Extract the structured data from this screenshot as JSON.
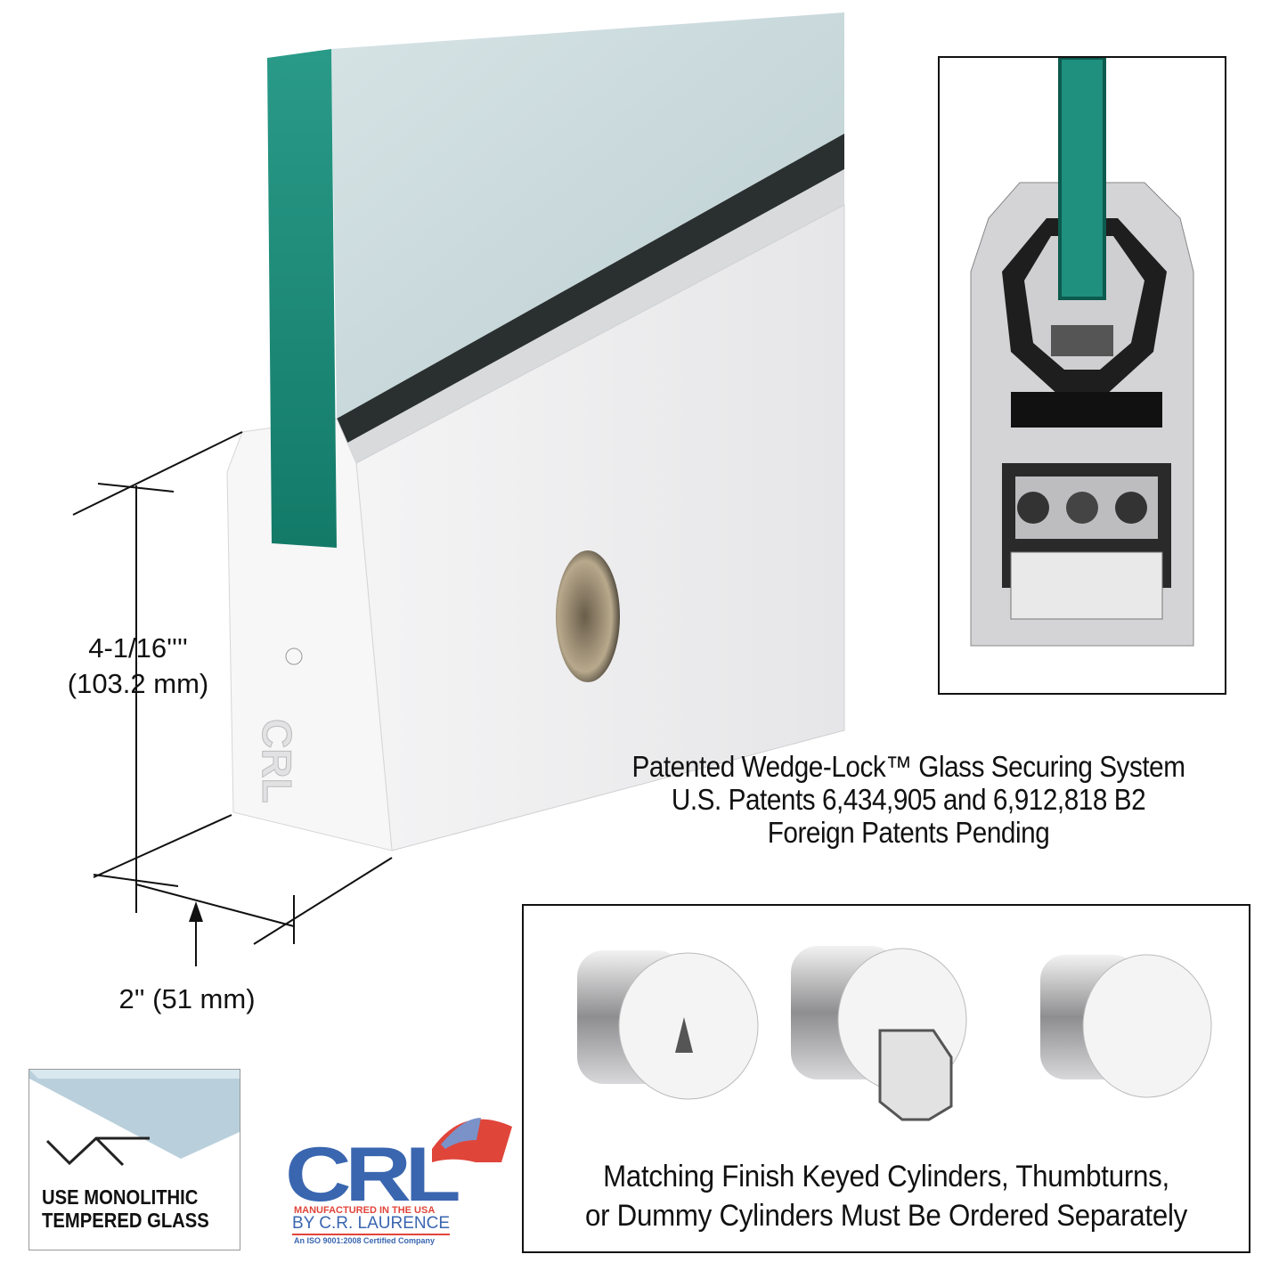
{
  "dimensions": {
    "height_imperial": "4-1/16''''",
    "height_metric": "(103.2 mm)",
    "width": "2'' (51 mm)"
  },
  "patent_info": {
    "line1": "Patented Wedge-Lock™ Glass Securing System",
    "line2": "U.S. Patents 6,434,905 and 6,912,818 B2",
    "line3": "Foreign Patents Pending"
  },
  "cylinders_panel": {
    "caption_line1": "Matching Finish Keyed Cylinders, Thumbturns,",
    "caption_line2": "or Dummy Cylinders Must Be Ordered Separately"
  },
  "glass_notice": {
    "line1": "USE MONOLITHIC",
    "line2": "TEMPERED GLASS"
  },
  "logo": {
    "brand": "CRL",
    "tagline": "MANUFACTURED IN THE USA",
    "byline": "BY C.R. LAURENCE",
    "subline": "An ISO 9001:2008 Certified Company"
  },
  "colors": {
    "glass_edge": "#1f8f7e",
    "glass_face": "#c9d9dc",
    "rail": "#eeeeef",
    "logo_blue": "#3a66b0",
    "logo_red": "#e0453a"
  }
}
